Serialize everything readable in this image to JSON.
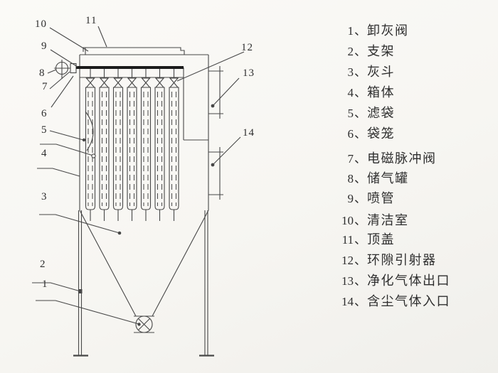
{
  "colors": {
    "paper": "#f8f7f3",
    "ink": "#474747",
    "pipe": "#1b1b1b",
    "text": "#2e2e2e"
  },
  "legend": {
    "separator": "、",
    "items": [
      {
        "num": "1",
        "term": "卸灰阀"
      },
      {
        "num": "2",
        "term": "支架"
      },
      {
        "num": "3",
        "term": "灰斗"
      },
      {
        "num": "4",
        "term": "箱体"
      },
      {
        "num": "5",
        "term": "滤袋"
      },
      {
        "num": "6",
        "term": "袋笼"
      },
      {
        "num": "7",
        "term": "电磁脉冲阀"
      },
      {
        "num": "8",
        "term": "储气罐"
      },
      {
        "num": "9",
        "term": "喷管"
      },
      {
        "num": "10",
        "term": "清洁室"
      },
      {
        "num": "11",
        "term": "顶盖"
      },
      {
        "num": "12",
        "term": "环隙引射器"
      },
      {
        "num": "13",
        "term": "净化气体出口"
      },
      {
        "num": "14",
        "term": "含尘气体入口"
      }
    ]
  },
  "diagram": {
    "callouts": [
      "1",
      "2",
      "3",
      "4",
      "5",
      "6",
      "7",
      "8",
      "9",
      "10",
      "11",
      "12",
      "13",
      "14"
    ]
  }
}
